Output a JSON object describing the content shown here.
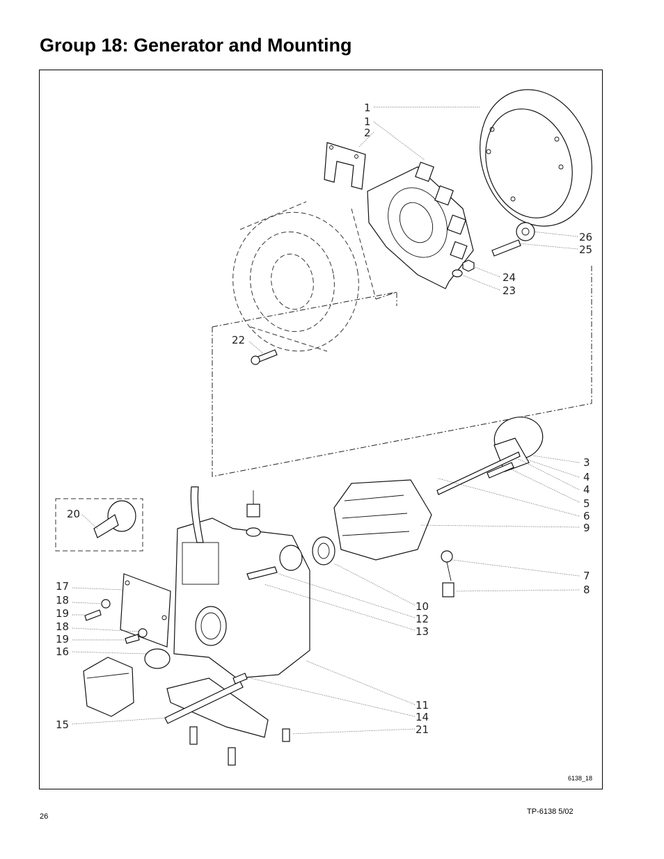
{
  "page": {
    "title": "Group 18:  Generator and Mounting",
    "page_number": "26",
    "doc_id": "TP-6138   5/02",
    "figure_id": "6138_18"
  },
  "callouts": [
    {
      "key": "c1a",
      "label": "1"
    },
    {
      "key": "c1b",
      "label": "1"
    },
    {
      "key": "c2",
      "label": "2"
    },
    {
      "key": "c26",
      "label": "26"
    },
    {
      "key": "c25",
      "label": "25"
    },
    {
      "key": "c24",
      "label": "24"
    },
    {
      "key": "c23",
      "label": "23"
    },
    {
      "key": "c22",
      "label": "22"
    },
    {
      "key": "c3",
      "label": "3"
    },
    {
      "key": "c4a",
      "label": "4"
    },
    {
      "key": "c4b",
      "label": "4"
    },
    {
      "key": "c5",
      "label": "5"
    },
    {
      "key": "c6",
      "label": "6"
    },
    {
      "key": "c9",
      "label": "9"
    },
    {
      "key": "c20",
      "label": "20"
    },
    {
      "key": "c17",
      "label": "17"
    },
    {
      "key": "c18a",
      "label": "18"
    },
    {
      "key": "c19a",
      "label": "19"
    },
    {
      "key": "c18b",
      "label": "18"
    },
    {
      "key": "c19b",
      "label": "19"
    },
    {
      "key": "c16",
      "label": "16"
    },
    {
      "key": "c7",
      "label": "7"
    },
    {
      "key": "c8",
      "label": "8"
    },
    {
      "key": "c10",
      "label": "10"
    },
    {
      "key": "c12",
      "label": "12"
    },
    {
      "key": "c13",
      "label": "13"
    },
    {
      "key": "c11",
      "label": "11"
    },
    {
      "key": "c14",
      "label": "14"
    },
    {
      "key": "c21",
      "label": "21"
    },
    {
      "key": "c15",
      "label": "15"
    }
  ]
}
